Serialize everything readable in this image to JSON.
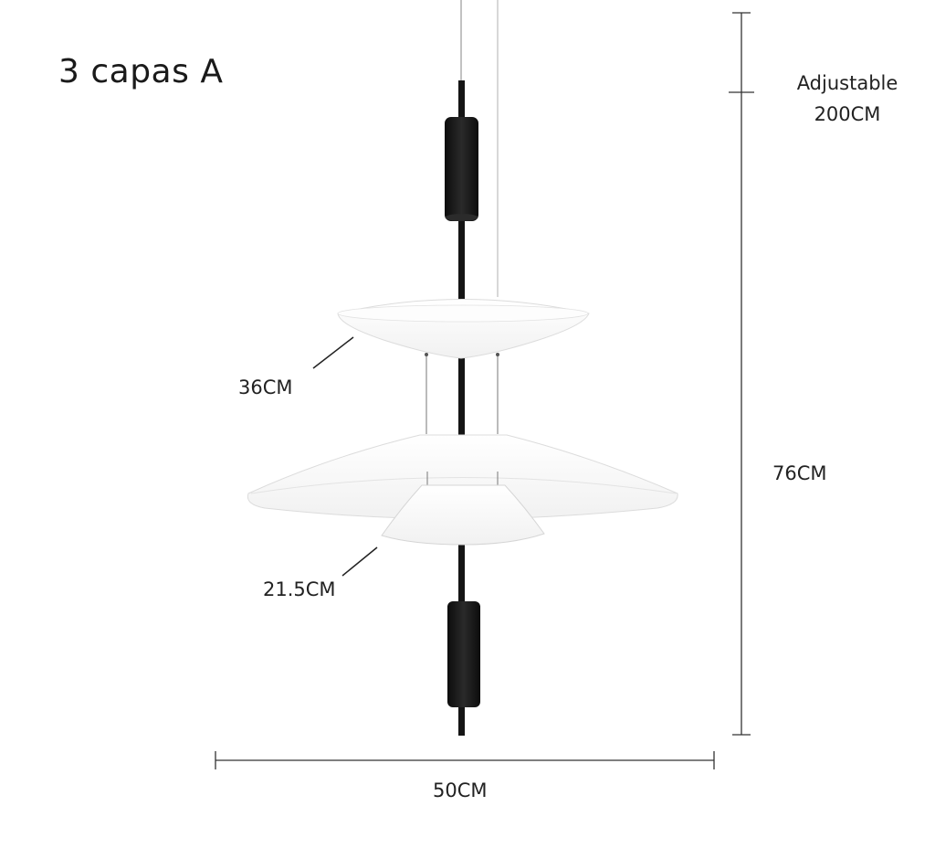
{
  "title": "3 capas A",
  "dimensions": {
    "cable_label_line1": "Adjustable",
    "cable_label_line2": "200CM",
    "height": "76CM",
    "top_shade_diameter": "36CM",
    "bottom_shade_diameter": "21.5CM",
    "width": "50CM"
  },
  "colors": {
    "metal": "#151515",
    "shade": "#ffffff",
    "shade_edge": "#d8d8d8",
    "dimension_line": "#333333"
  }
}
